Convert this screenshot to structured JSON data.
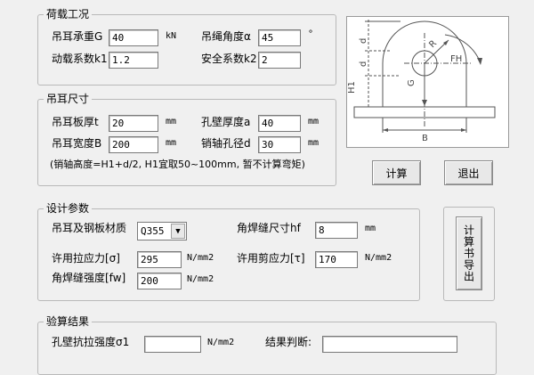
{
  "load": {
    "title": "荷载工况",
    "capacity_label": "吊耳承重G",
    "capacity_value": "40",
    "capacity_unit": "kN",
    "angle_label": "吊绳角度α",
    "angle_value": "45",
    "angle_unit": "°",
    "dynamic_label": "动载系数k1",
    "dynamic_value": "1.2",
    "safety_label": "安全系数k2",
    "safety_value": "2"
  },
  "dims": {
    "title": "吊耳尺寸",
    "plate_thk_label": "吊耳板厚t",
    "plate_thk_value": "20",
    "plate_thk_unit": "mm",
    "wall_thk_label": "孔壁厚度a",
    "wall_thk_value": "40",
    "wall_thk_unit": "mm",
    "width_label": "吊耳宽度B",
    "width_value": "200",
    "width_unit": "mm",
    "pin_label": "销轴孔径d",
    "pin_value": "30",
    "pin_unit": "mm",
    "note": "(销轴高度=H1+d/2, H1宜取50~100mm, 暂不计算弯矩)"
  },
  "diagram": {
    "label_h1": "H1",
    "label_d1": "d",
    "label_d2": "d",
    "label_g": "G",
    "label_r": "R",
    "label_fh": "FH",
    "label_b": "B"
  },
  "buttons": {
    "calc": "计算",
    "exit": "退出",
    "report": "计算书导出"
  },
  "design": {
    "title": "设计参数",
    "material_label": "吊耳及钢板材质",
    "material_value": "Q355",
    "weld_size_label": "角焊缝尺寸hf",
    "weld_size_value": "8",
    "weld_size_unit": "mm",
    "tensile_label": "许用拉应力[σ]",
    "tensile_value": "295",
    "tensile_unit": "N/mm2",
    "shear_label": "许用剪应力[τ]",
    "shear_value": "170",
    "shear_unit": "N/mm2",
    "weld_str_label": "角焊缝强度[fw]",
    "weld_str_value": "200",
    "weld_str_unit": "N/mm2"
  },
  "results": {
    "title": "验算结果",
    "hole_label": "孔壁抗拉强度σ1",
    "hole_value": "",
    "hole_unit": "N/mm2",
    "verdict_label": "结果判断:",
    "verdict_value": ""
  }
}
